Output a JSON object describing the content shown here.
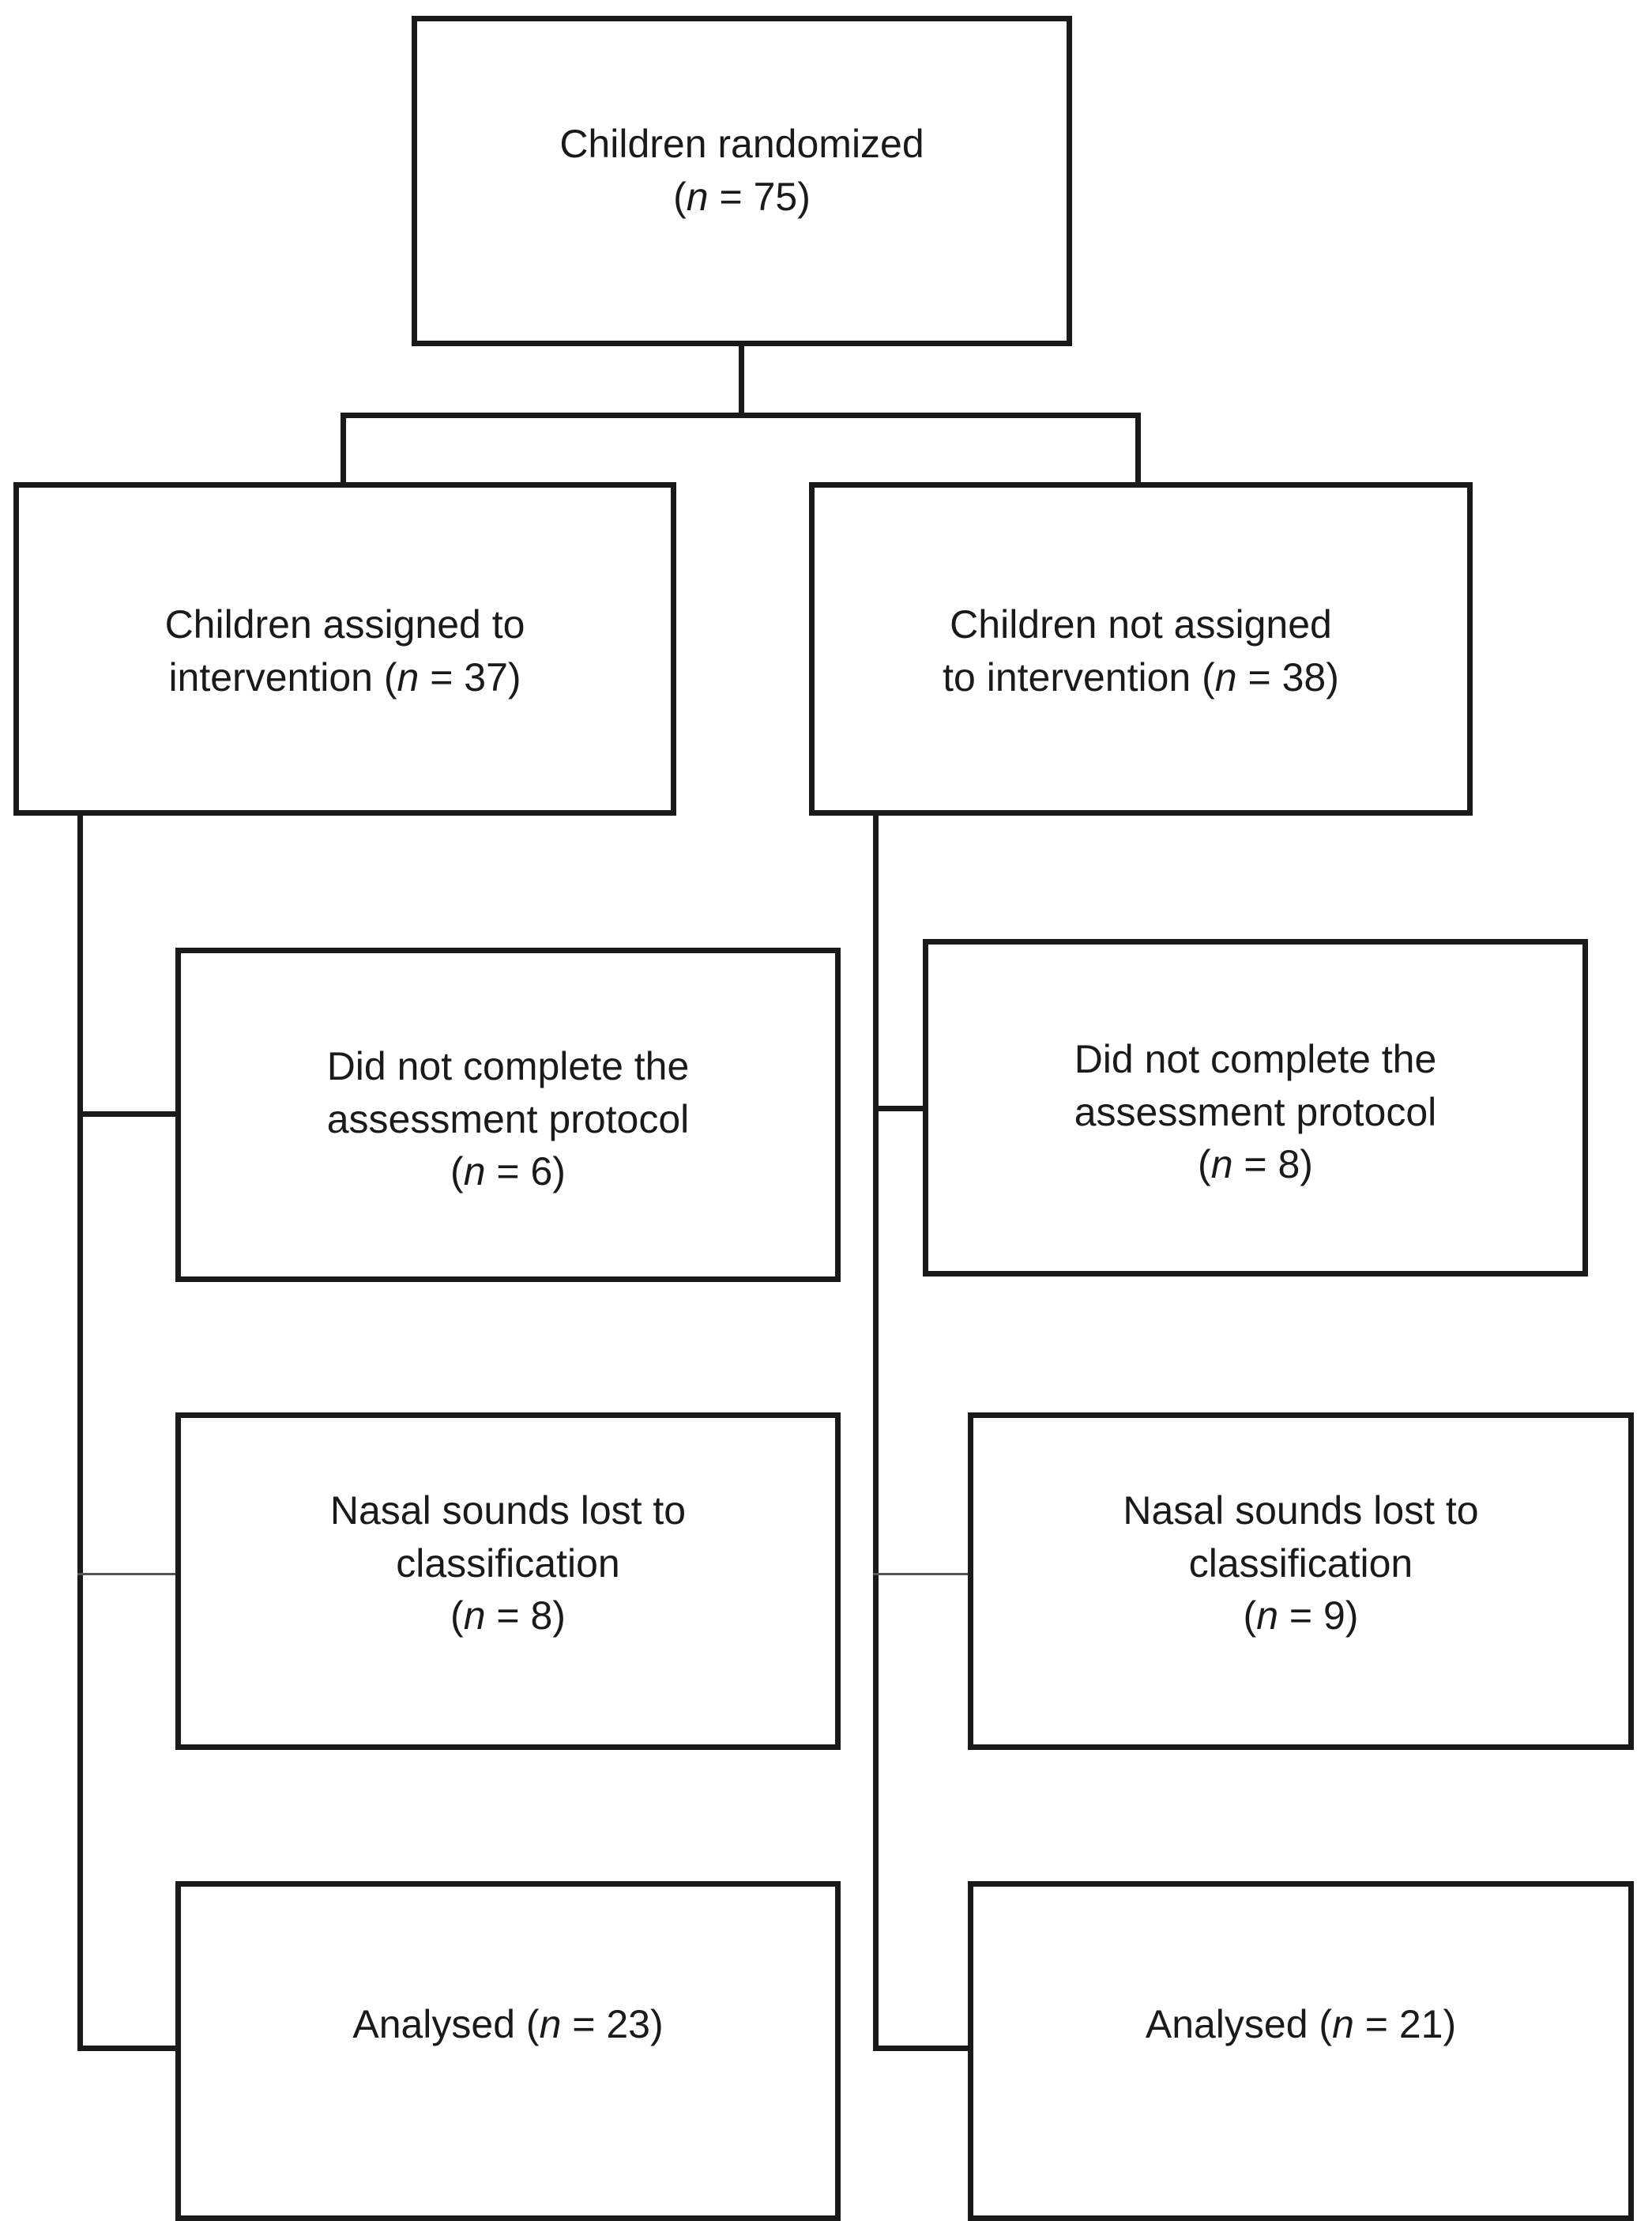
{
  "diagram": {
    "root": {
      "line1": "Children randomized",
      "n_open": "(",
      "n_var": "n",
      "n_rest": " = 75)"
    },
    "left": {
      "assigned": {
        "line1": "Children assigned to",
        "line2_pre": "intervention (",
        "n_var": "n",
        "n_rest": " = 37)"
      },
      "incomplete": {
        "line1": "Did not complete the",
        "line2": "assessment protocol",
        "n_open": "(",
        "n_var": "n",
        "n_rest": " = 6)"
      },
      "nasal_lost": {
        "line1": "Nasal sounds lost to",
        "line2": "classification",
        "n_open": "(",
        "n_var": "n",
        "n_rest": " = 8)"
      },
      "analysed": {
        "line_pre": "Analysed (",
        "n_var": "n",
        "n_rest": " = 23)"
      }
    },
    "right": {
      "assigned": {
        "line1": "Children not assigned",
        "line2_pre": "to intervention (",
        "n_var": "n",
        "n_rest": " = 38)"
      },
      "incomplete": {
        "line1": "Did not complete the",
        "line2": "assessment protocol",
        "n_open": "(",
        "n_var": "n",
        "n_rest": " = 8)"
      },
      "nasal_lost": {
        "line1": "Nasal sounds lost to",
        "line2": "classification",
        "n_open": "(",
        "n_var": "n",
        "n_rest": " = 9)"
      },
      "analysed": {
        "line_pre": "Analysed (",
        "n_var": "n",
        "n_rest": " = 21)"
      }
    }
  }
}
